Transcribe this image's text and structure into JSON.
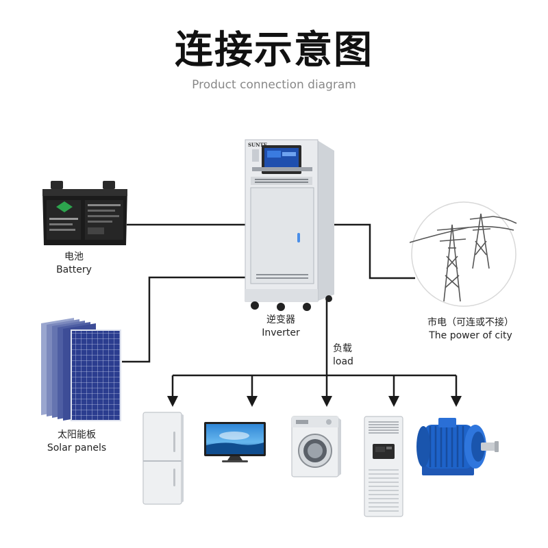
{
  "title": "连接示意图",
  "subtitle": "Product connection diagram",
  "nodes": {
    "battery": {
      "cn": "电池",
      "en": "Battery"
    },
    "solar": {
      "cn": "太阳能板",
      "en": "Solar panels"
    },
    "inverter": {
      "cn": "逆变器",
      "en": "Inverter",
      "brand": "SUNTE"
    },
    "grid": {
      "cn": "市电（可连或不接）",
      "en": "The power of city"
    },
    "load": {
      "cn": "负载",
      "en": "load"
    }
  },
  "colors": {
    "wire": "#1a1a1a",
    "panel_blue": "#2b3d8f",
    "motor_blue": "#1e63c9",
    "inverter_body": "#e9ebee"
  },
  "icons": [
    "battery-icon",
    "solar-panel-icon",
    "inverter-cabinet-icon",
    "power-tower-icon",
    "refrigerator-icon",
    "television-icon",
    "washing-machine-icon",
    "air-conditioner-icon",
    "electric-motor-icon"
  ]
}
